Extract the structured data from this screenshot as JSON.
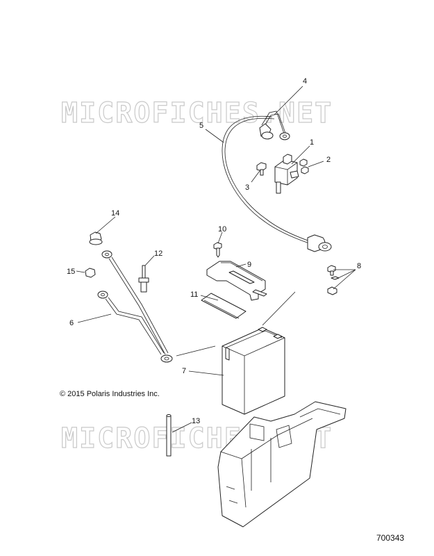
{
  "watermark": "MICROFICHES.NET",
  "copyright": "© 2015 Polaris Industries Inc.",
  "diagram_number": "700343",
  "callouts": {
    "c1": "1",
    "c2": "2",
    "c3": "3",
    "c4": "4",
    "c5": "5",
    "c6": "6",
    "c7": "7",
    "c8": "8",
    "c9": "9",
    "c10": "10",
    "c11": "11",
    "c12": "12",
    "c13": "13",
    "c14": "14",
    "c15": "15"
  }
}
